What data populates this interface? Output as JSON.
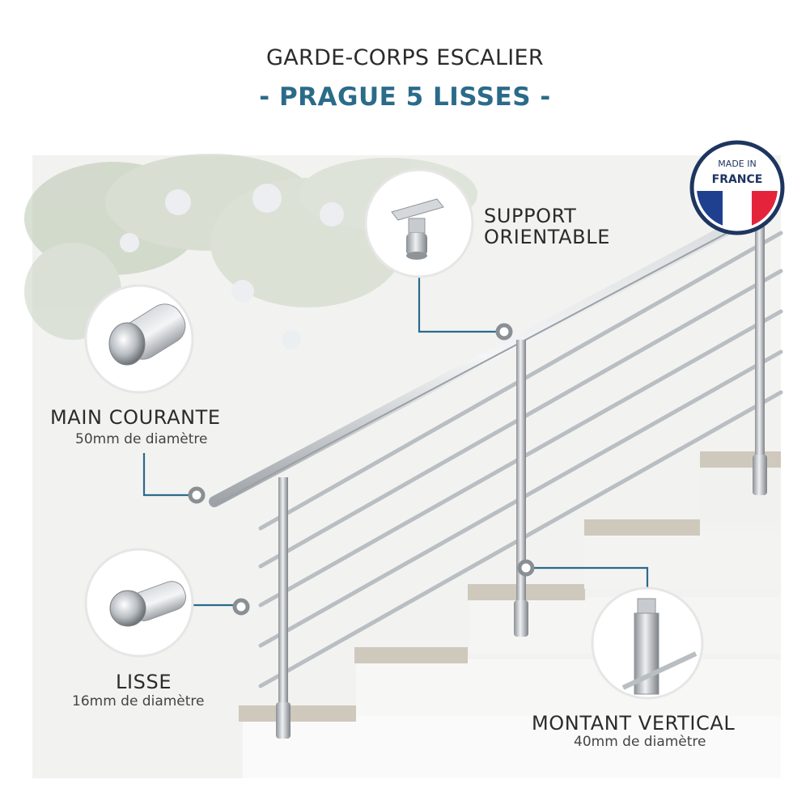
{
  "header": {
    "title": "GARDE-CORPS ESCALIER",
    "subtitle": "- PRAGUE 5 LISSES -"
  },
  "badge": {
    "line1": "MADE IN",
    "line2": "FRANCE",
    "colors": {
      "blue": "#1f3f8f",
      "red": "#e3243b",
      "ring": "#1e3560"
    }
  },
  "callouts": {
    "support": {
      "line1": "SUPPORT",
      "line2": "ORIENTABLE"
    },
    "main_courante": {
      "label": "MAIN COURANTE",
      "detail": "50mm de diamètre"
    },
    "lisse": {
      "label": "LISSE",
      "detail": "16mm de diamètre"
    },
    "montant": {
      "label": "MONTANT VERTICAL",
      "detail": "40mm de diamètre"
    }
  },
  "accent_color": "#2b6b8a"
}
